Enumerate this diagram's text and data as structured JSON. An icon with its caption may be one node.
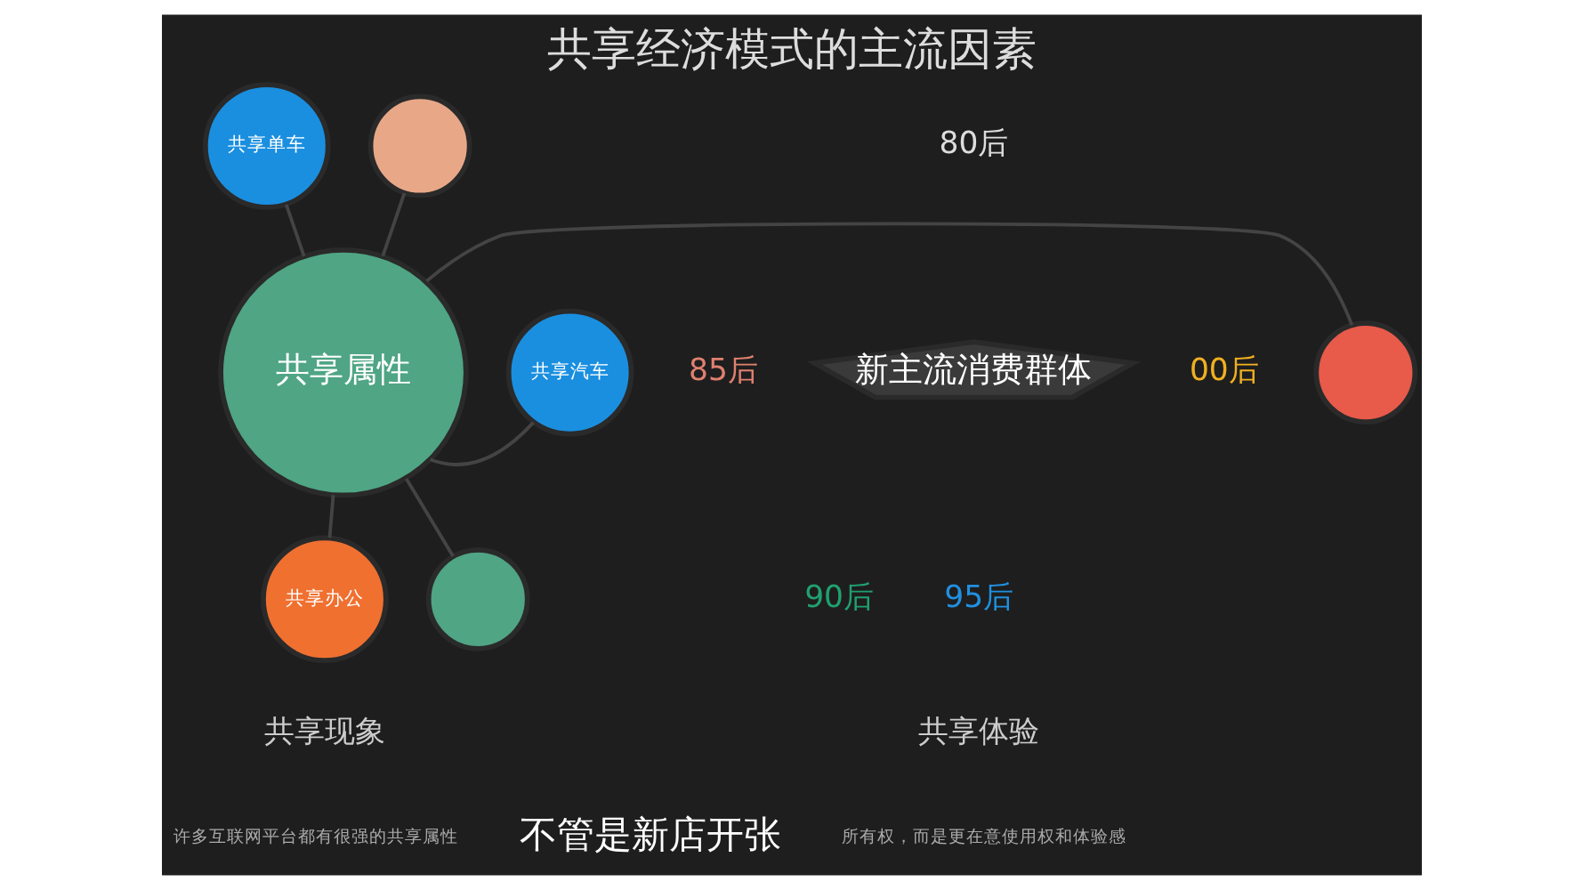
{
  "diagram": {
    "title": "共享经济模式的主流因素",
    "nodes": [
      {
        "text": [
          "共享属性"
        ]
      },
      {
        "text": [
          "共享单车"
        ]
      },
      {
        "text": [],
        "shape": "circle"
      },
      {
        "text": [],
        "shape": "circle"
      },
      {
        "text": [
          "共享汽车"
        ]
      },
      {
        "text": [
          "共享办公"
        ]
      },
      {
        "text": [],
        "shape": "circle"
      },
      {
        "text": [
          "新主流消费群体"
        ]
      }
    ],
    "edges": [
      {
        "from": 0,
        "to": 1,
        "arrow": "none"
      },
      {
        "from": 0,
        "to": 2,
        "arrow": "none"
      },
      {
        "from": 0,
        "to": 3,
        "arrow": "none"
      },
      {
        "from": 0,
        "to": 4,
        "arrow": "none"
      },
      {
        "from": 0,
        "to": 5,
        "arrow": "none"
      },
      {
        "from": 0,
        "to": 6,
        "arrow": "none"
      }
    ],
    "labels": [
      "80后",
      "85后",
      "00后",
      "90后",
      "95后",
      "共享现象",
      "许多互联网平台都有很强的共享属性",
      "共享体验",
      "所有权，而是更在意使用权和体验感",
      "不管是新店开张"
    ]
  }
}
